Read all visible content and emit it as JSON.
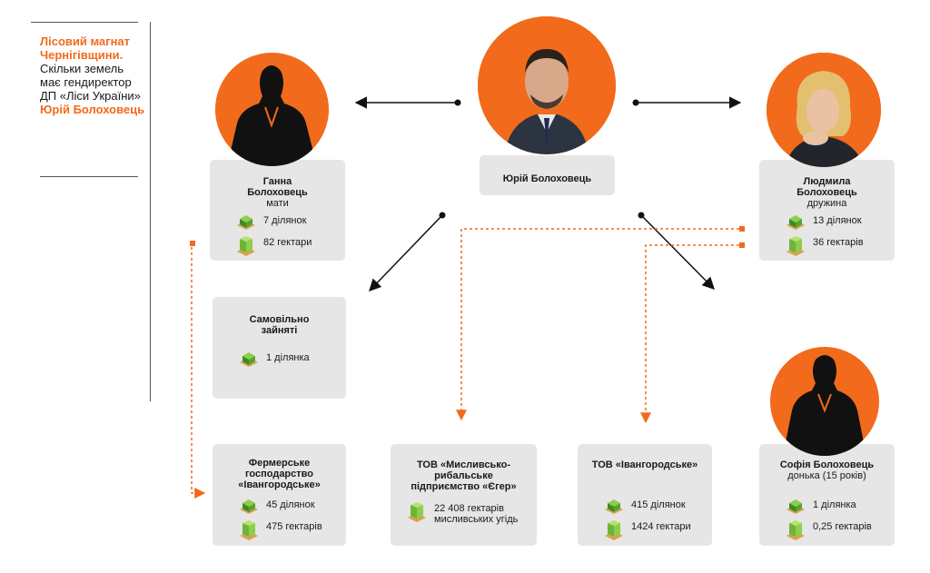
{
  "sidebar": {
    "title_highlight": "Лісовий магнат Чернігівщини.",
    "body": "Скільки земель має гендиректор ДП «Ліси України»",
    "name_highlight": "Юрій Болоховець"
  },
  "center": {
    "name": "Юрій Болоховець"
  },
  "mother": {
    "name": "Ганна Болоховець",
    "role": "мати",
    "plots": "7 ділянок",
    "area": "82 гектари"
  },
  "wife": {
    "name": "Людмила Болоховець",
    "role": "дружина",
    "plots": "13 ділянок",
    "area": "36 гектарів"
  },
  "self_employed": {
    "name": "Самовільно зайняті",
    "plots": "1 ділянка"
  },
  "farm": {
    "name": "Фермерське господарство «Івангородське»",
    "plots": "45 ділянок",
    "area": "475 гектарів"
  },
  "hunting": {
    "name": "ТОВ «Мисливсько-рибальське підприємство «Єгер»",
    "area": "22 408 гектарів мисливських угідь"
  },
  "tov": {
    "name": "ТОВ «Івангородське»",
    "plots": "415 ділянок",
    "area": "1424 гектари"
  },
  "daughter": {
    "name": "Софія Болоховець",
    "role": "донька (15 років)",
    "plots": "1 ділянка",
    "area": "0,25 гектарів"
  },
  "colors": {
    "accent": "#f26a1b",
    "card": "#e6e6e6",
    "land_icon": "#5aa032"
  },
  "icons": [
    "land-plot-icon",
    "land-area-icon",
    "silhouette-icon",
    "arrow-icon"
  ]
}
